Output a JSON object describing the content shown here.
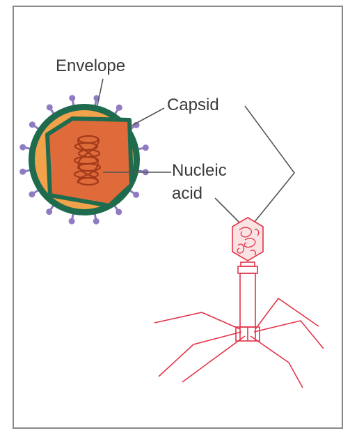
{
  "labels": {
    "envelope": "Envelope",
    "capsid": "Capsid",
    "nucleic": "Nucleic",
    "acid": "acid"
  },
  "colors": {
    "frame": "#8a8a8a",
    "label_text": "#3a3a3a",
    "leader_line": "#555555",
    "envelope_ring": "#1e6b4e",
    "glycoprotein_spike": "#8e7cc3",
    "virus_core": "#f2a24a",
    "capsid_fill": "#e06b3a",
    "capsid_outline": "#1e6b4e",
    "nucleic_acid": "#a33a1a",
    "phage": "#e3344a",
    "phage_head_fill": "#fbe3e3"
  }
}
